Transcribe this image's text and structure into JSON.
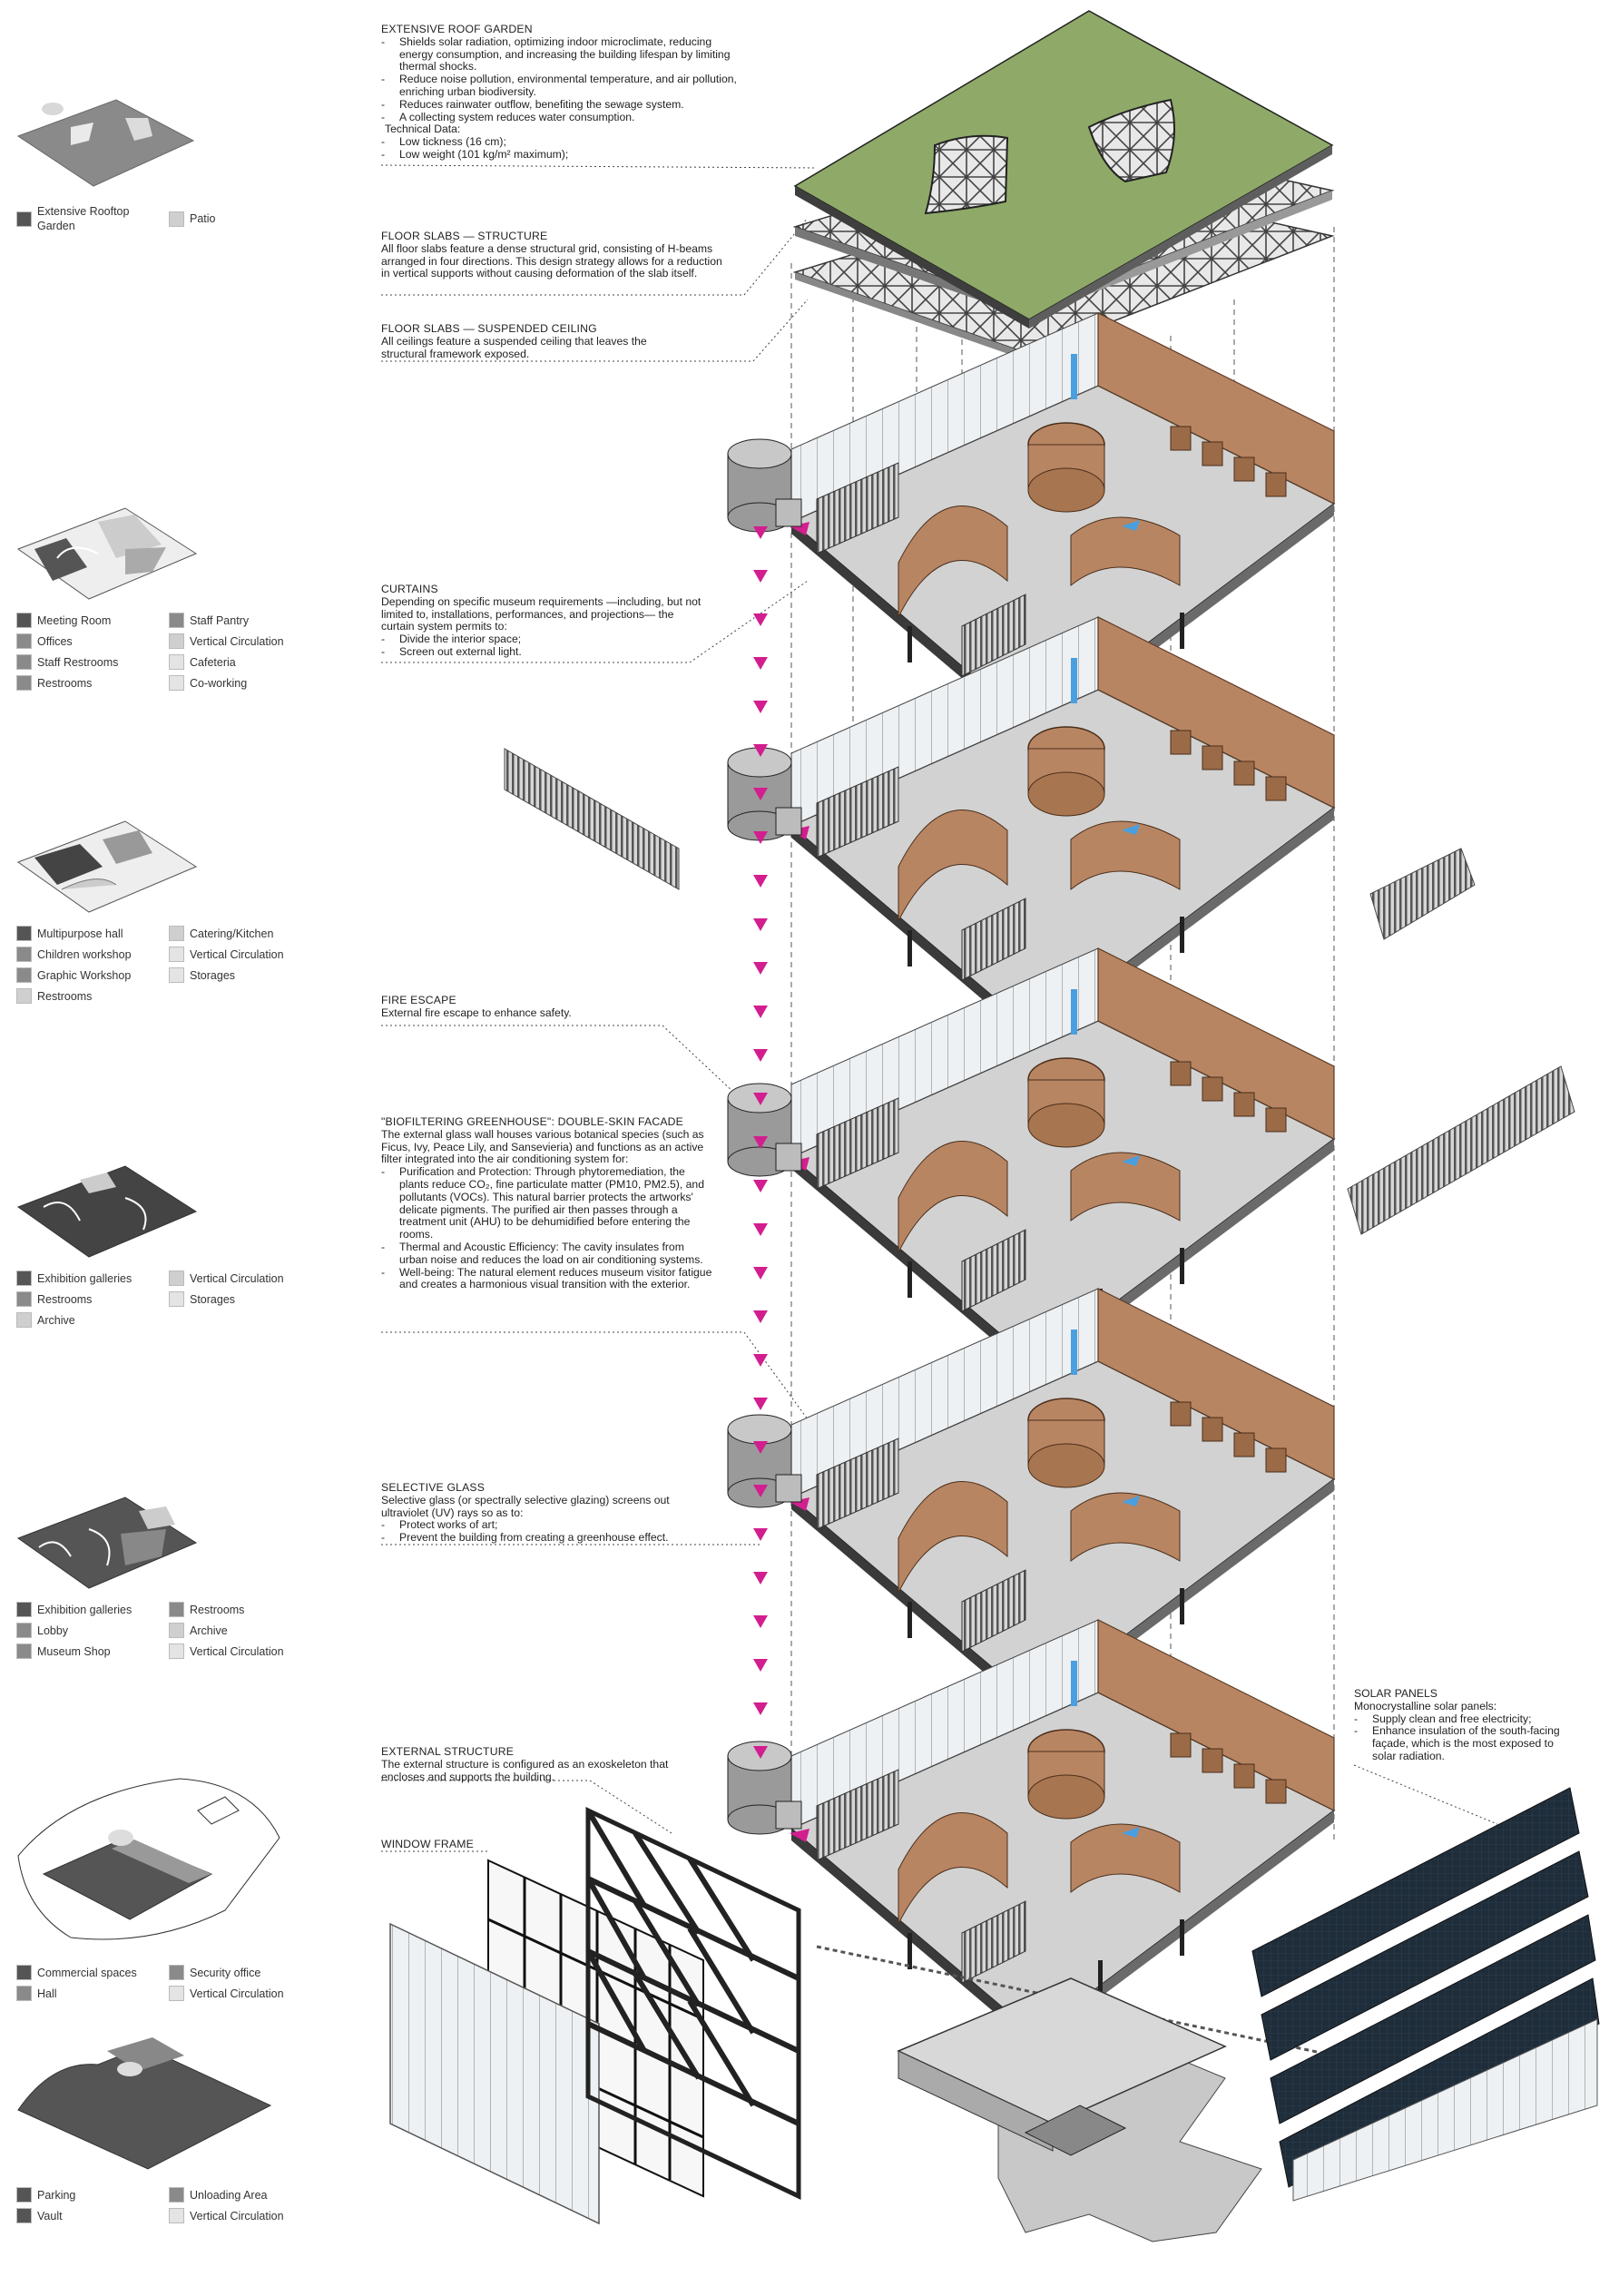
{
  "colors": {
    "roof": "#8faa68",
    "wood": "#b88563",
    "floor": "#cfcfcf",
    "arrow_pink": "#d21e8f",
    "arrow_blue": "#4a9fe0",
    "panel": "#1f2d3a",
    "dark": "#555555",
    "mid": "#8a8a8a",
    "light": "#cfcfcf",
    "pale": "#e4e4e4"
  },
  "legends": [
    {
      "id": "roof",
      "items": [
        {
          "label": "Extensive Rooftop Garden",
          "tone": "dark"
        },
        {
          "label": "Patio",
          "tone": "light"
        }
      ]
    },
    {
      "id": "level4",
      "items": [
        {
          "label": "Meeting Room",
          "tone": "dark"
        },
        {
          "label": "Staff Pantry",
          "tone": "mid"
        },
        {
          "label": "Offices",
          "tone": "mid"
        },
        {
          "label": "Vertical Circulation",
          "tone": "light"
        },
        {
          "label": "Staff Restrooms",
          "tone": "mid"
        },
        {
          "label": "Cafeteria",
          "tone": "pale"
        },
        {
          "label": "Restrooms",
          "tone": "mid"
        },
        {
          "label": "Co-working",
          "tone": "pale"
        }
      ]
    },
    {
      "id": "level3",
      "items": [
        {
          "label": "Multipurpose hall",
          "tone": "dark"
        },
        {
          "label": "Catering/Kitchen",
          "tone": "light"
        },
        {
          "label": "Children workshop",
          "tone": "mid"
        },
        {
          "label": "Vertical Circulation",
          "tone": "pale"
        },
        {
          "label": "Graphic Workshop",
          "tone": "mid"
        },
        {
          "label": "Storages",
          "tone": "pale"
        },
        {
          "label": "Restrooms",
          "tone": "light"
        }
      ]
    },
    {
      "id": "level2",
      "items": [
        {
          "label": "Exhibition galleries",
          "tone": "dark"
        },
        {
          "label": "Vertical Circulation",
          "tone": "light"
        },
        {
          "label": "Restrooms",
          "tone": "mid"
        },
        {
          "label": "Storages",
          "tone": "pale"
        },
        {
          "label": "Archive",
          "tone": "light"
        }
      ]
    },
    {
      "id": "level1",
      "items": [
        {
          "label": "Exhibition galleries",
          "tone": "dark"
        },
        {
          "label": "Restrooms",
          "tone": "mid"
        },
        {
          "label": "Lobby",
          "tone": "mid"
        },
        {
          "label": "Archive",
          "tone": "light"
        },
        {
          "label": "Museum Shop",
          "tone": "mid"
        },
        {
          "label": "Vertical Circulation",
          "tone": "pale"
        }
      ]
    },
    {
      "id": "ground",
      "items": [
        {
          "label": "Commercial spaces",
          "tone": "dark"
        },
        {
          "label": "Security office",
          "tone": "mid"
        },
        {
          "label": "Hall",
          "tone": "mid"
        },
        {
          "label": "Vertical Circulation",
          "tone": "pale"
        }
      ]
    },
    {
      "id": "basement",
      "items": [
        {
          "label": "Parking",
          "tone": "dark"
        },
        {
          "label": "Unloading Area",
          "tone": "mid"
        },
        {
          "label": "Vault",
          "tone": "dark"
        },
        {
          "label": "Vertical Circulation",
          "tone": "pale"
        }
      ]
    }
  ],
  "notes": {
    "roof": {
      "title": "EXTENSIVE ROOF GARDEN",
      "bullets": [
        "Shields solar radiation, optimizing indoor microclimate, reducing energy consumption, and increasing the building lifespan by limiting thermal shocks.",
        "Reduce noise pollution, environmental temperature, and air pollution, enriching urban biodiversity.",
        "Reduces rainwater outflow, benefiting the sewage system.",
        "A collecting system reduces water consumption."
      ],
      "tech_title": "Technical Data:",
      "tech": [
        "Low tickness (16 cm);",
        "Low weight (101 kg/m² maximum);"
      ]
    },
    "slabs": {
      "title": "FLOOR SLABS — STRUCTURE",
      "body": "All floor slabs feature a dense structural grid, consisting of H-beams arranged in four directions. This design strategy allows for a reduction in vertical supports without causing deformation of the slab itself."
    },
    "ceiling": {
      "title": "FLOOR SLABS — SUSPENDED CEILING",
      "body": "All ceilings feature a suspended ceiling that leaves the structural framework exposed."
    },
    "curtains": {
      "title": "CURTAINS",
      "body": "Depending on specific museum requirements —including, but not limited to, installations, performances, and projections— the curtain system permits to:",
      "bullets": [
        "Divide the interior space;",
        "Screen out external light."
      ]
    },
    "fire": {
      "title": "FIRE ESCAPE",
      "body": "External fire escape to enhance safety."
    },
    "bio": {
      "title": "\"BIOFILTERING GREENHOUSE\": DOUBLE-SKIN FACADE",
      "body": "The external glass wall houses various botanical species (such as Ficus, Ivy, Peace Lily, and Sansevieria) and functions as an active filter integrated into the air conditioning system for:",
      "bullets": [
        "Purification and Protection: Through phytoremediation, the plants reduce CO₂, fine particulate matter (PM10, PM2.5), and pollutants (VOCs). This natural barrier protects the artworks' delicate pigments. The purified air then passes through a treatment unit (AHU) to be dehumidified before entering the rooms.",
        "Thermal and Acoustic Efficiency: The cavity insulates from urban noise and reduces the load on air conditioning systems.",
        "Well-being: The natural element reduces museum visitor fatigue and creates a harmonious visual transition with the exterior."
      ]
    },
    "glass": {
      "title": "SELECTIVE GLASS",
      "body": "Selective glass (or spectrally selective glazing) screens out ultraviolet (UV) rays so as to:",
      "bullets": [
        "Protect works of art;",
        "Prevent the building from creating a greenhouse effect."
      ]
    },
    "exo": {
      "title": "EXTERNAL STRUCTURE",
      "body": "The external structure is configured as an exoskeleton that encloses and supports the building."
    },
    "window": {
      "title": "WINDOW FRAME"
    },
    "solar": {
      "title": "SOLAR PANELS",
      "body": "Monocrystalline solar panels:",
      "bullets": [
        "Supply clean and free electricity;",
        "Enhance insulation of the south-facing façade, which is the most exposed to solar radiation."
      ]
    }
  }
}
